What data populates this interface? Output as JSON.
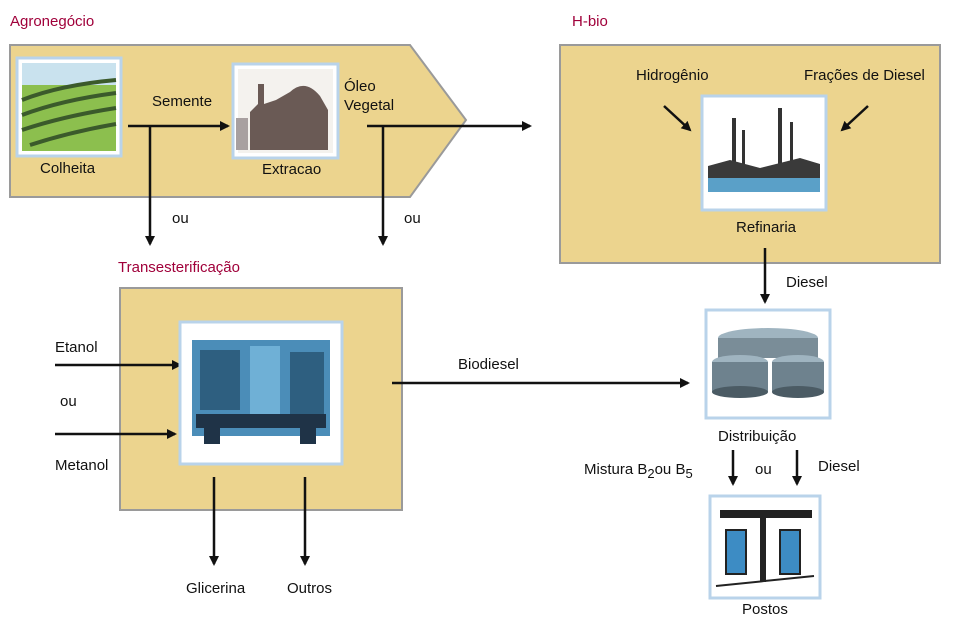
{
  "sections": {
    "agronegocio": "Agronegócio",
    "hbio": "H-bio",
    "transesterificacao": "Transesterificação"
  },
  "labels": {
    "colheita": "Colheita",
    "semente": "Semente",
    "extracao": "Extracao",
    "oleo_line1": "Óleo",
    "oleo_line2": "Vegetal",
    "ou": "ou",
    "hidrogenio": "Hidrogênio",
    "fracoes_diesel": "Frações de Diesel",
    "refinaria": "Refinaria",
    "diesel": "Diesel",
    "etanol": "Etanol",
    "metanol": "Metanol",
    "biodiesel": "Biodiesel",
    "distribuicao": "Distribuição",
    "mistura_prefix": "Mistura B",
    "mistura_sub1": "2",
    "mistura_mid": "ou B",
    "mistura_sub2": "5",
    "glicerina": "Glicerina",
    "outros": "Outros",
    "postos": "Postos"
  },
  "colors": {
    "box_fill": "#ecd48e",
    "box_stroke": "#9a9a9a",
    "title": "#a0003a",
    "arrow": "#111111"
  }
}
